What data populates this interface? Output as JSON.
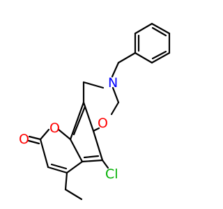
{
  "molecule": {
    "atoms": {
      "o_carbonyl": "O",
      "o_lactone": "O",
      "o_oxazine": "O",
      "n_amine": "N",
      "cl": "Cl"
    },
    "colors": {
      "bond": "#000000",
      "oxygen": "#ff0000",
      "nitrogen": "#0000ff",
      "chlorine": "#00b000",
      "background": "#ffffff"
    }
  }
}
